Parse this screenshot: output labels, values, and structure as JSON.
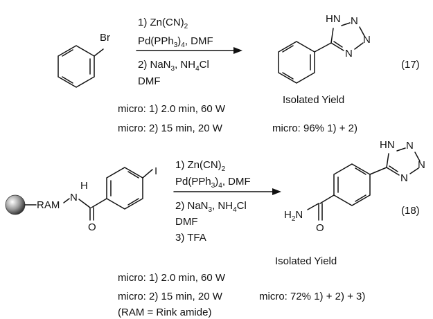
{
  "reaction_17": {
    "reactant_substituent": "Br",
    "reagents_step1_line1": "1) Zn(CN)",
    "reagents_step1_line1_sub": "2",
    "reagents_step1_line2_a": "Pd(PPh",
    "reagents_step1_line2_sub": "3",
    "reagents_step1_line2_b": ")",
    "reagents_step1_line2_sub2": "4",
    "reagents_step1_line2_c": ", DMF",
    "reagents_step2_line1_a": "2) NaN",
    "reagents_step2_line1_sub": "3",
    "reagents_step2_line1_b": ", NH",
    "reagents_step2_line1_sub2": "4",
    "reagents_step2_line1_c": "Cl",
    "reagents_step2_line2": "DMF",
    "product_nh": "HN",
    "product_n1": "N",
    "product_n2": "N",
    "product_n3": "N",
    "number": "(17)",
    "yield_title": "Isolated Yield",
    "conditions": [
      "micro: 1) 2.0 min, 60 W",
      "micro: 2) 15 min, 20 W"
    ],
    "yield_text": "micro: 96% 1) + 2)"
  },
  "reaction_18": {
    "reactant_ram": "RAM",
    "reactant_n": "N",
    "reactant_h": "H",
    "reactant_o": "O",
    "reactant_substituent": "I",
    "reagents_step1_line1": "1) Zn(CN)",
    "reagents_step1_line1_sub": "2",
    "reagents_step1_line2_a": "Pd(PPh",
    "reagents_step1_line2_sub": "3",
    "reagents_step1_line2_b": ")",
    "reagents_step1_line2_sub2": "4",
    "reagents_step1_line2_c": ", DMF",
    "reagents_step2_line1_a": "2) NaN",
    "reagents_step2_line1_sub": "3",
    "reagents_step2_line1_b": ", NH",
    "reagents_step2_line1_sub2": "4",
    "reagents_step2_line1_c": "Cl",
    "reagents_step2_line2": "DMF",
    "reagents_step3": "3) TFA",
    "product_nh": "HN",
    "product_n1": "N",
    "product_n2": "N",
    "product_n3": "N",
    "product_amide_h": "H",
    "product_amide_sub": "2",
    "product_amide_n": "N",
    "product_o": "O",
    "number": "(18)",
    "yield_title": "Isolated Yield",
    "conditions": [
      "micro: 1) 2.0 min, 60 W",
      "micro: 2) 15 min, 20 W",
      "(RAM = Rink amide)"
    ],
    "yield_text": "micro: 72% 1) + 2) + 3)"
  }
}
